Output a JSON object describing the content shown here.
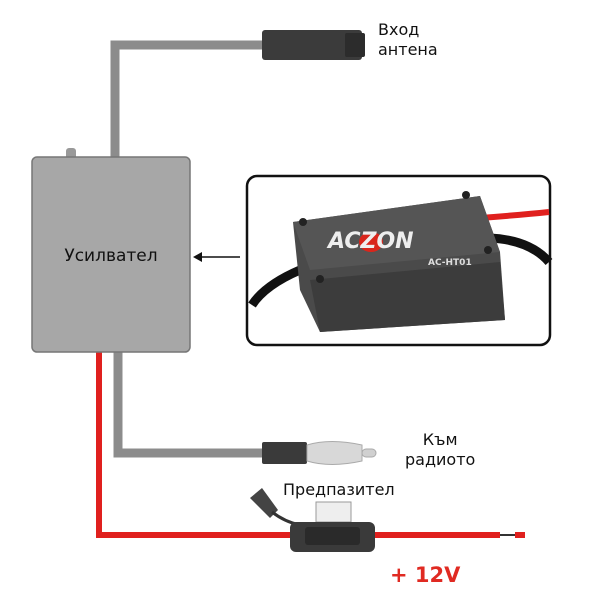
{
  "labels": {
    "antenna_in": [
      "Вход",
      "антена"
    ],
    "amplifier": "Усилвател",
    "to_radio": [
      "Към",
      "радиото"
    ],
    "fuse": "Предпазител",
    "power": "+ 12V"
  },
  "product_photo": {
    "brand": "ACZON",
    "model": "AC-HT01"
  },
  "colors": {
    "cable_gray": "#8c8c8c",
    "cable_red": "#e0201e",
    "box_gray": "#a7a7a7",
    "power_text": "#e02a22"
  }
}
